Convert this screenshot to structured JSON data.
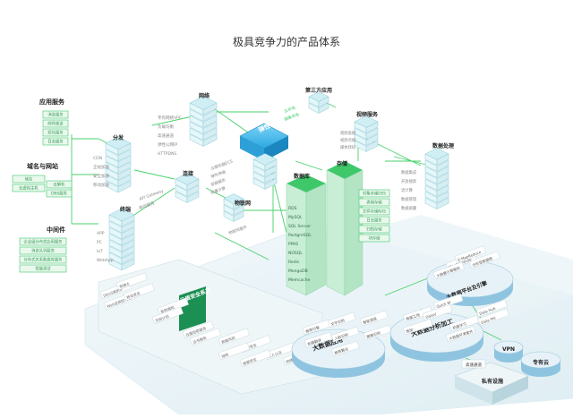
{
  "title": "极具竞争力的产品体系",
  "groups": {
    "app_service": "应用服务",
    "domain_site": "域名与网站",
    "middleware": "中间件",
    "cdn_group": "分发",
    "network": "网络",
    "cloud_security": "云盾安全系列",
    "elastic_compute": "弹性计算",
    "database": "数据库",
    "storage": "存储",
    "third_party": "第三方应用",
    "video": "视频服务",
    "data_processing": "数据处理",
    "terminal": "终端",
    "connect": "连接",
    "iot": "物联网",
    "big_data_platform": "大数据平台及引擎",
    "big_data_apps": "大数据应用",
    "big_data_analysis": "大数据分析加工",
    "private": "私有设施",
    "private_cloud": "专有云",
    "vpn": "VPN",
    "express": "高速通道"
  },
  "app_service_items": [
    "消息服务",
    "邮件推送",
    "短信服务",
    "日志服务"
  ],
  "domain_items": [
    "域名",
    "云虚拟主机",
    "云解析",
    "DNS服务"
  ],
  "middleware_items": [
    "企业级分布式应用服务",
    "消息队列服务",
    "分布式关系数据库服务",
    "性能测试"
  ],
  "cdn_items": [
    "CDN",
    "全站加速",
    "安全加速",
    "移动加速"
  ],
  "network_items": [
    "专有网络VPC",
    "负载均衡",
    "高速通道",
    "弹性公网IP",
    "HTTPDNS"
  ],
  "connect_items": [
    "云服务器ECS",
    "弹性伸缩",
    "容器服务",
    "批量计算"
  ],
  "terminal_items": [
    "APP",
    "PC",
    "IoT",
    "WebApp"
  ],
  "api_items": [
    "API Gateway",
    "移动服务"
  ],
  "iot_items": [
    "物联网套件"
  ],
  "db_items": [
    "RDS",
    "MySQL",
    "SQL Server",
    "PostgreSQL",
    "PPAS",
    "NOSQL",
    "Redis",
    "MongoDB",
    "Memcache"
  ],
  "storage_items": [
    "对象存储OSS",
    "表格存储",
    "文件存储NAS",
    "日志服务",
    "归档存储",
    "块存储"
  ],
  "third_party_items": [
    "云市场",
    "镜像市场"
  ],
  "video_items": [
    "视频直播",
    "视频点播",
    "媒体转码"
  ],
  "data_proc_items": [
    "数据集成",
    "开放搜索",
    "流计算",
    "数据管理",
    "数据质量"
  ],
  "security_items": [
    "DDoS高防IP",
    "安骑士",
    "Web应用防火墙",
    "移动安全",
    "态势感知",
    "先知计划",
    "云盾加密服务",
    "证书服务",
    "数据风控",
    "内容安全",
    "实人认证",
    "网络安全",
    "绿网",
    "数据安全"
  ],
  "bigdata_platform_items": [
    "MaxCompute",
    "E-MapReduce",
    "大数据计算服务",
    "分析型数据库",
    "Data Hub",
    "Data PAI"
  ],
  "bigdata_app_items": [
    "推荐引擎",
    "文字识别",
    "智能语音",
    "机器翻译",
    "人脸识别",
    "图像识别",
    "推荐算法"
  ],
  "bigdata_analysis_items": [
    "数据工场",
    "Quick BI",
    "DataV",
    "机器学习",
    "数加",
    "大数据开发套件"
  ]
}
